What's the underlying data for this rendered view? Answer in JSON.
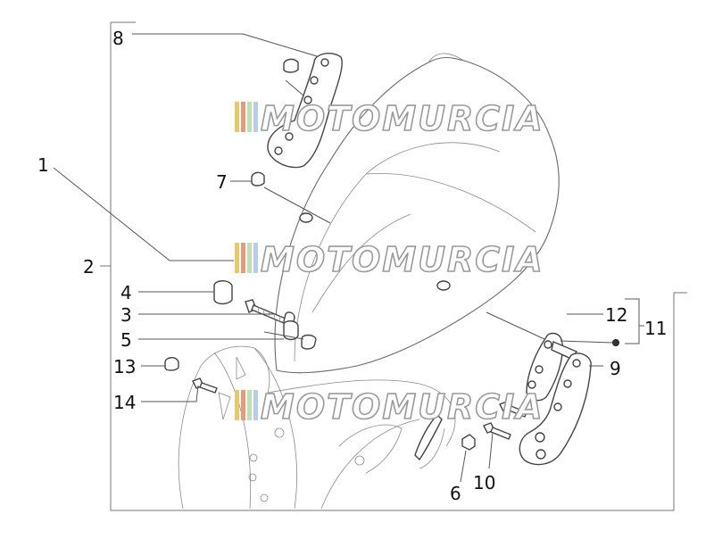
{
  "diagram": {
    "callouts": {
      "c1": "1",
      "c2": "2",
      "c3": "3",
      "c4": "4",
      "c5": "5",
      "c6": "6",
      "c7": "7",
      "c8": "8",
      "c9": "9",
      "c10": "10",
      "c11": "11",
      "c12": "12",
      "c13": "13",
      "c14": "14"
    },
    "watermark": "MOTOMURCIA",
    "colors": {
      "watermark_bars": [
        "#e8c96a",
        "#e89a7a",
        "#bfe0b0",
        "#b7cde8"
      ]
    }
  }
}
